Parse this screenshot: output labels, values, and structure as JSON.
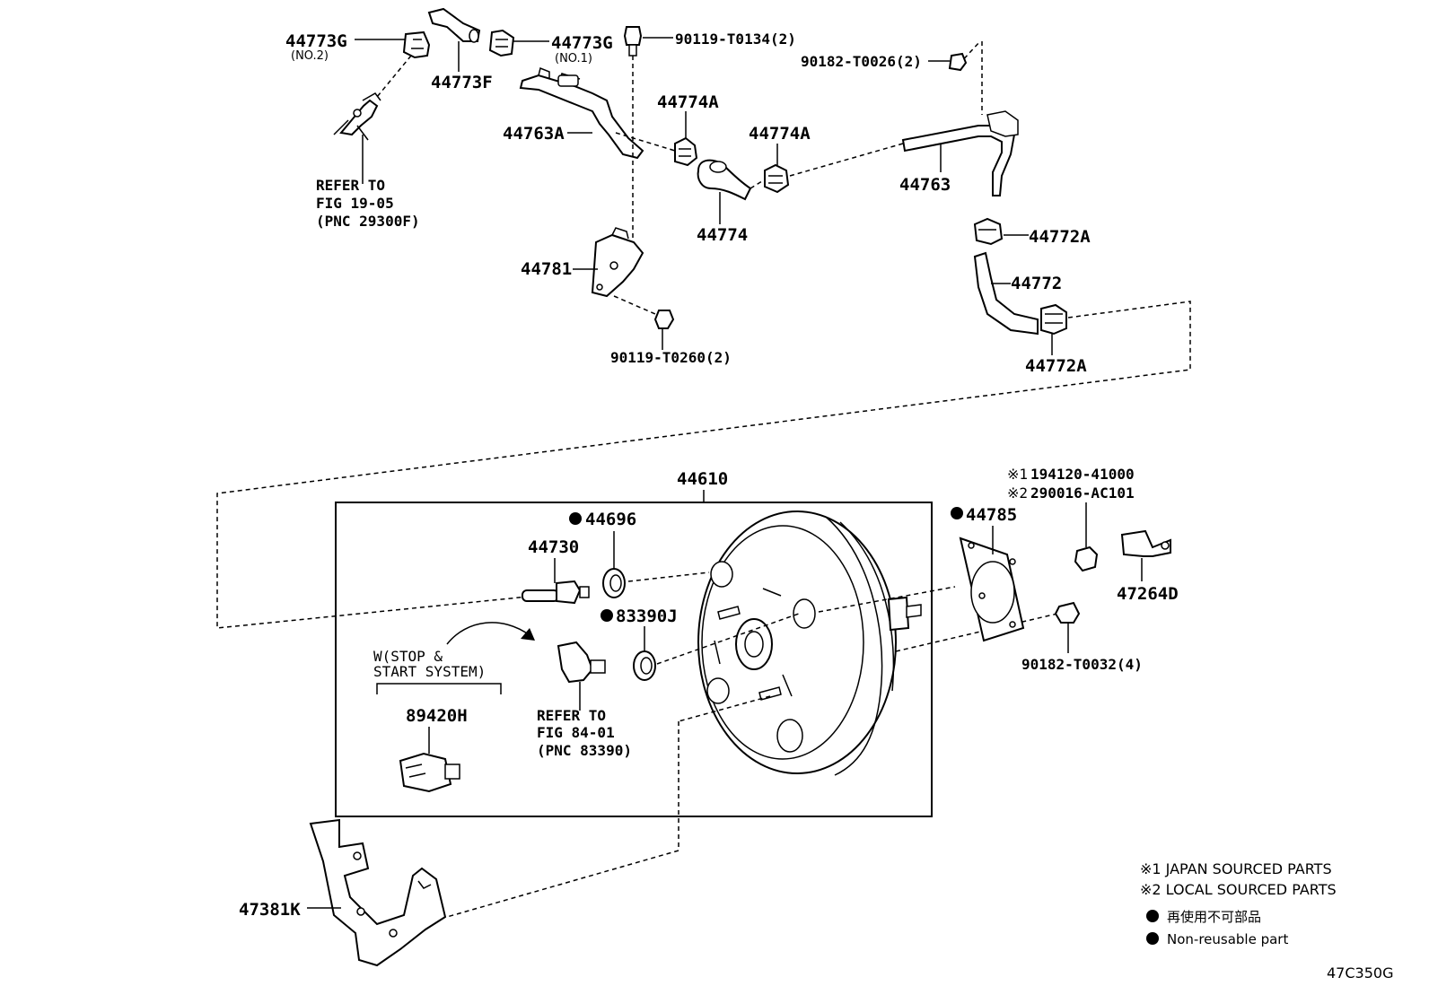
{
  "diagram_id": "47C350G",
  "callouts": {
    "p44773G_no2": "44773G",
    "p44773G_no2_sub": "(NO.2)",
    "p44773F": "44773F",
    "p44773G_no1": "44773G",
    "p44773G_no1_sub": "(NO.1)",
    "p90119_T0134": "90119-T0134(2)",
    "p90182_T0026": "90182-T0026(2)",
    "p44774A_left": "44774A",
    "p44774A_right": "44774A",
    "p44763A": "44763A",
    "p44763": "44763",
    "p44774": "44774",
    "p44772A_top": "44772A",
    "p44772": "44772",
    "p44772A_bottom": "44772A",
    "p44781": "44781",
    "p90119_T0260": "90119-T0260(2)",
    "p44610": "44610",
    "p44696": "44696",
    "p44730": "44730",
    "p83390J": "83390J",
    "p89420H": "89420H",
    "p44785": "44785",
    "p194120": "194120-41000",
    "p290016": "290016-AC101",
    "p47264D": "47264D",
    "p90182_T0032": "90182-T0032(4)",
    "p47381K": "47381K"
  },
  "refer_fig_1905": [
    "REFER TO",
    "FIG 19-05",
    "(PNC 29300F)"
  ],
  "refer_fig_8401": [
    "REFER TO",
    "FIG 84-01",
    "(PNC 83390)"
  ],
  "condition_note": [
    "W(STOP &",
    "START SYSTEM)"
  ],
  "legend": {
    "note1": "※1 JAPAN SOURCED PARTS",
    "note2": "※2 LOCAL SOURCED PARTS",
    "nonreusable_jp": "再使用不可部品",
    "nonreusable_en": "Non-reusable part"
  },
  "marks": {
    "note1_prefix": "※1",
    "note2_prefix": "※2"
  }
}
